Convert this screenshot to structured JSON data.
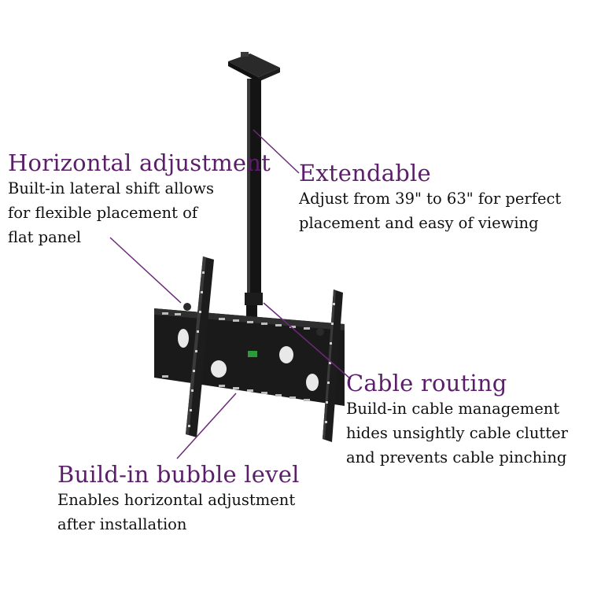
{
  "callouts": {
    "horizontal": {
      "title": "Horizontal adjustment",
      "desc": [
        "Built-in lateral shift allows",
        "for flexible placement of",
        "flat panel"
      ]
    },
    "extendable": {
      "title": "Extendable",
      "desc": [
        "Adjust from 39\" to 63\" for perfect",
        "placement and easy of  viewing"
      ]
    },
    "cable": {
      "title": "Cable routing",
      "desc": [
        "Build-in cable management",
        "hides unsightly cable clutter",
        "and prevents cable pinching"
      ]
    },
    "bubble": {
      "title": "Build-in bubble level",
      "desc": [
        "Enables horizontal adjustment",
        "after installation"
      ]
    }
  },
  "colors": {
    "title": "#5b1f6a",
    "leader_line": "#6b2a78",
    "text": "#111111",
    "mount": "#1b1b1b"
  }
}
